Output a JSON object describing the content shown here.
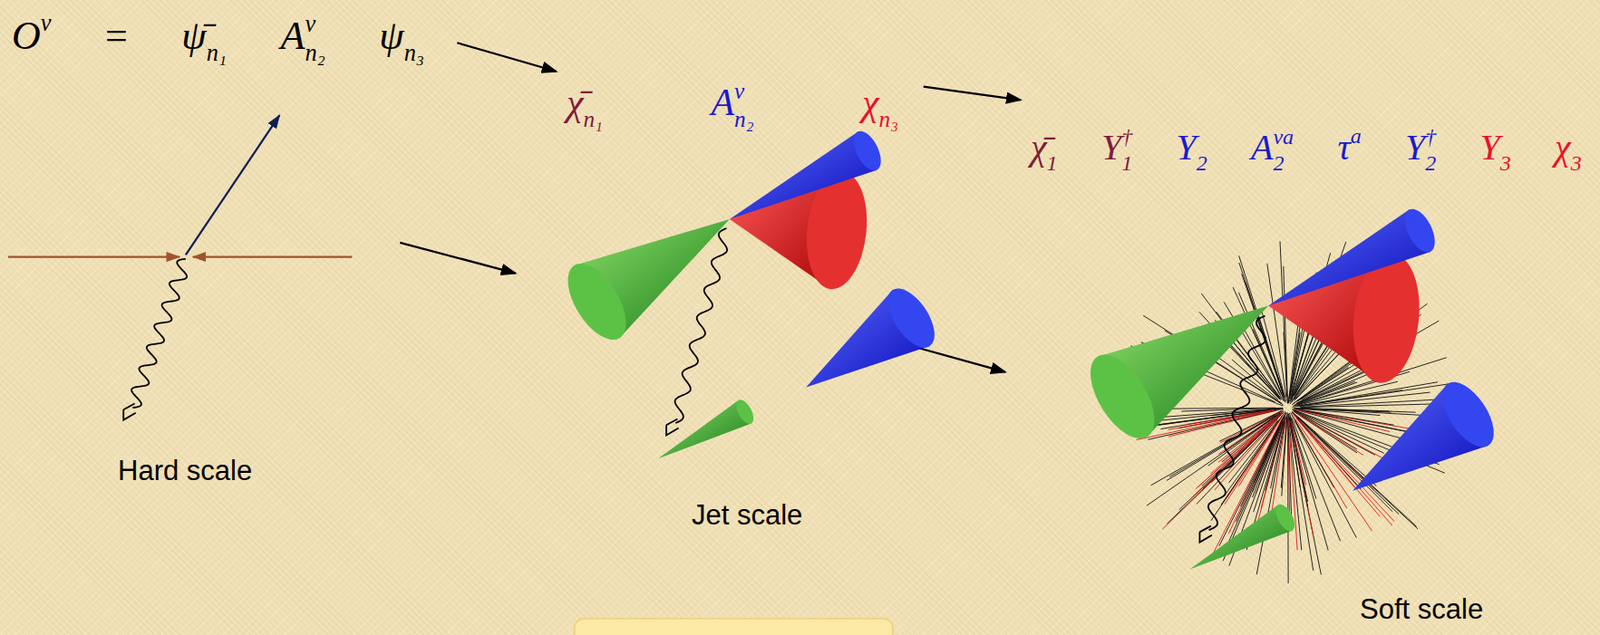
{
  "diagram": {
    "labels": [
      "O",
      "ν",
      "=",
      "ψ̄",
      "n₁",
      "A",
      "ν",
      "n₂",
      "ψ",
      "n₃",
      "χ̄",
      "n₁",
      "A",
      "ν",
      "n₂",
      "χ",
      "n₃",
      "χ̄",
      "1",
      "Y",
      "†",
      "1",
      "Y",
      "2",
      "A",
      "νa",
      "2",
      "τ",
      "a",
      "Y",
      "†",
      "2",
      "Y",
      "3",
      "χ",
      "3",
      "Hard scale",
      "Jet scale",
      "Soft scale"
    ]
  }
}
